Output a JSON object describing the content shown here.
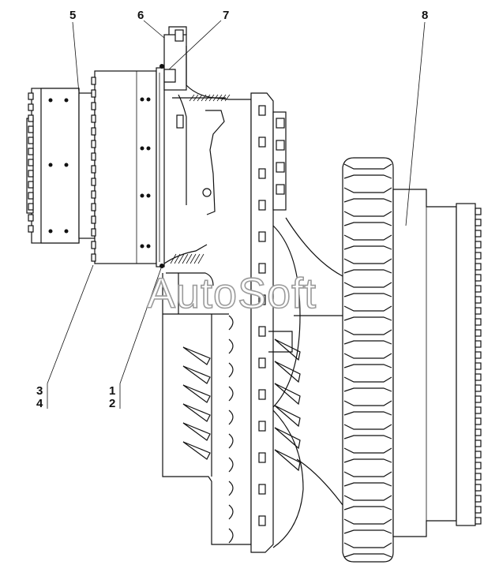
{
  "diagram": {
    "watermark": "AutoSoft",
    "callouts": [
      {
        "id": "callout-5",
        "label": "5"
      },
      {
        "id": "callout-6",
        "label": "6"
      },
      {
        "id": "callout-7",
        "label": "7"
      },
      {
        "id": "callout-8",
        "label": "8"
      },
      {
        "id": "callout-3",
        "label": "3"
      },
      {
        "id": "callout-4",
        "label": "4"
      },
      {
        "id": "callout-1",
        "label": "1"
      },
      {
        "id": "callout-2",
        "label": "2"
      }
    ]
  }
}
